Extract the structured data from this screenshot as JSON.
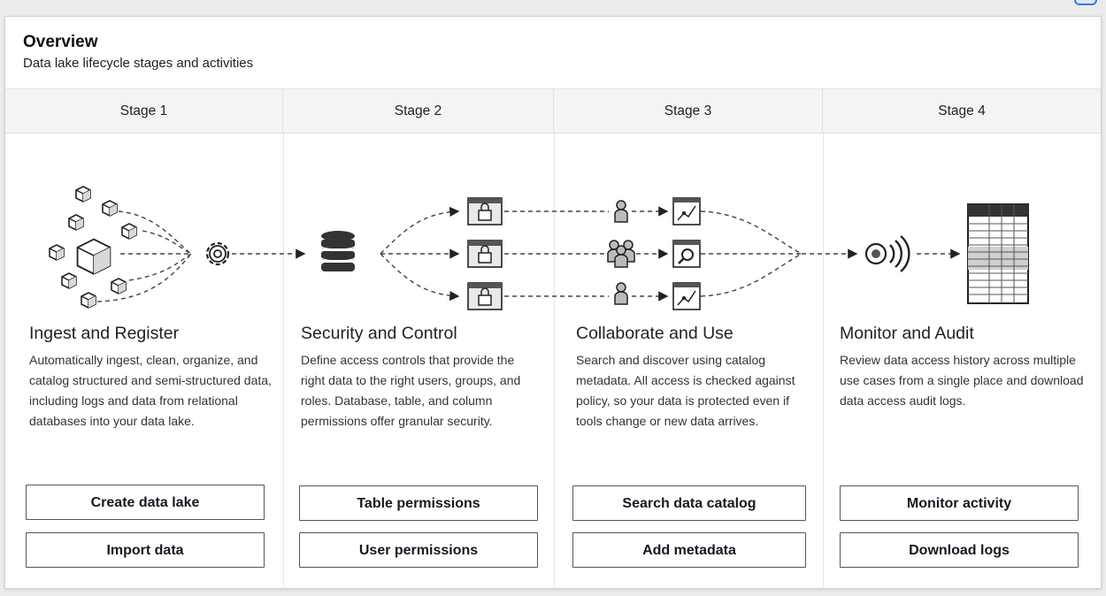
{
  "overview": {
    "title": "Overview",
    "subtitle": "Data lake lifecycle stages and activities"
  },
  "stages": [
    {
      "header": "Stage 1",
      "title": "Ingest and Register",
      "description": "Automatically ingest, clean, organize, and catalog structured and semi-structured data, including logs and data from relational databases into your data lake.",
      "buttons": [
        "Create data lake",
        "Import data"
      ]
    },
    {
      "header": "Stage 2",
      "title": "Security and Control",
      "description": "Define access controls that provide the right data to the right users, groups, and roles. Database, table, and column permissions offer granular security.",
      "buttons": [
        "Table permissions",
        "User permissions"
      ]
    },
    {
      "header": "Stage 3",
      "title": "Collaborate and Use",
      "description": "Search and discover using catalog metadata. All access is checked against policy, so your data is protected even if tools change or new data arrives.",
      "buttons": [
        "Search data catalog",
        "Add metadata"
      ]
    },
    {
      "header": "Stage 4",
      "title": "Monitor and Audit",
      "description": "Review data access history across multiple use cases from a single place and download data access audit logs.",
      "buttons": [
        "Monitor activity",
        "Download logs"
      ]
    }
  ],
  "icons": {
    "stage1": [
      "cube-cluster-icon",
      "gear-icon"
    ],
    "stage2": [
      "database-icon",
      "lock-window-icon"
    ],
    "stage3": [
      "user-icon",
      "users-group-icon",
      "search-window-icon",
      "chart-window-icon"
    ],
    "stage4": [
      "broadcast-icon",
      "table-spreadsheet-icon"
    ]
  }
}
